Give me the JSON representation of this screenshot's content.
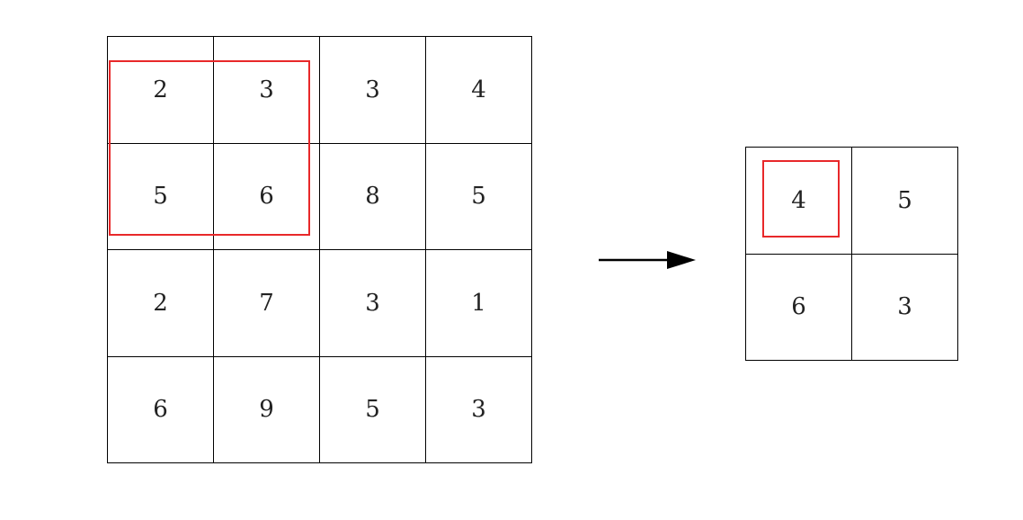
{
  "input_matrix": [
    [
      "2",
      "3",
      "3",
      "4"
    ],
    [
      "5",
      "6",
      "8",
      "5"
    ],
    [
      "2",
      "7",
      "3",
      "1"
    ],
    [
      "6",
      "9",
      "5",
      "3"
    ]
  ],
  "output_matrix": [
    [
      "4",
      "5"
    ],
    [
      "6",
      "3"
    ]
  ],
  "colors": {
    "highlight": "#e8282a",
    "grid_line": "#000000",
    "arrow": "#000000"
  },
  "icons": {
    "arrow": "right-arrow-icon"
  }
}
